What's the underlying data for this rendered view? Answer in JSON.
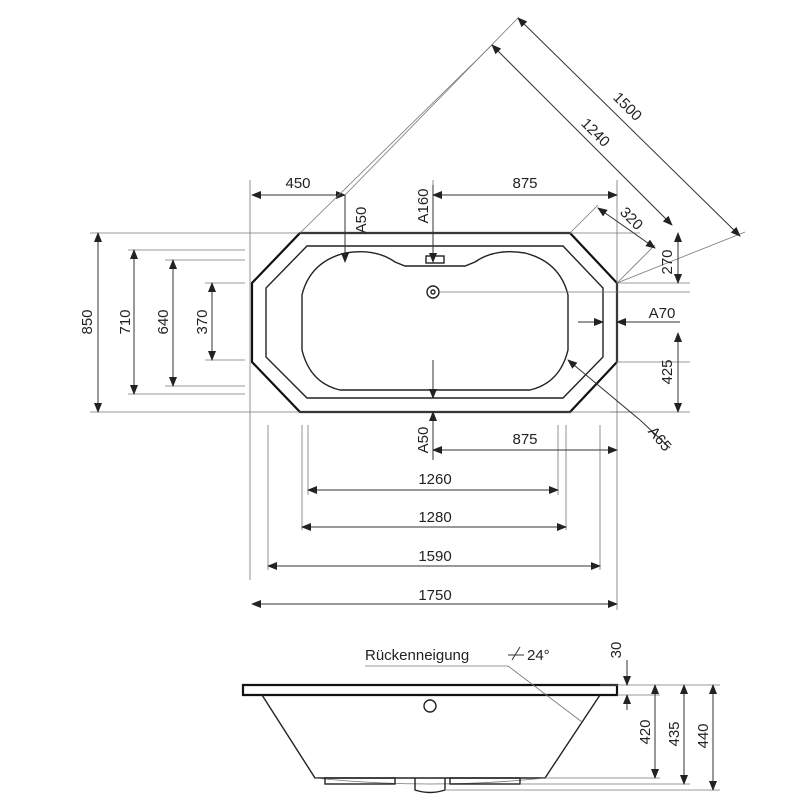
{
  "plan_view": {
    "dims": {
      "top_left_450": "450",
      "top_a50": "A50",
      "top_a160": "A160",
      "top_875": "875",
      "diag_1500": "1500",
      "diag_1240": "1240",
      "diag_320": "320",
      "right_270": "270",
      "right_a70": "A70",
      "right_425": "425",
      "diag_a65": "A65",
      "left_850": "850",
      "left_710": "710",
      "left_640": "640",
      "left_370": "370",
      "bottom_a50": "A50",
      "bottom_875": "875",
      "bottom_1260": "1260",
      "bottom_1280": "1280",
      "bottom_1590": "1590",
      "bottom_1750": "1750"
    }
  },
  "side_view": {
    "backrest_label": "Rückenneigung",
    "backrest_angle": "24°",
    "dims": {
      "rim_30": "30",
      "h_420": "420",
      "h_435": "435",
      "h_440": "440"
    }
  }
}
